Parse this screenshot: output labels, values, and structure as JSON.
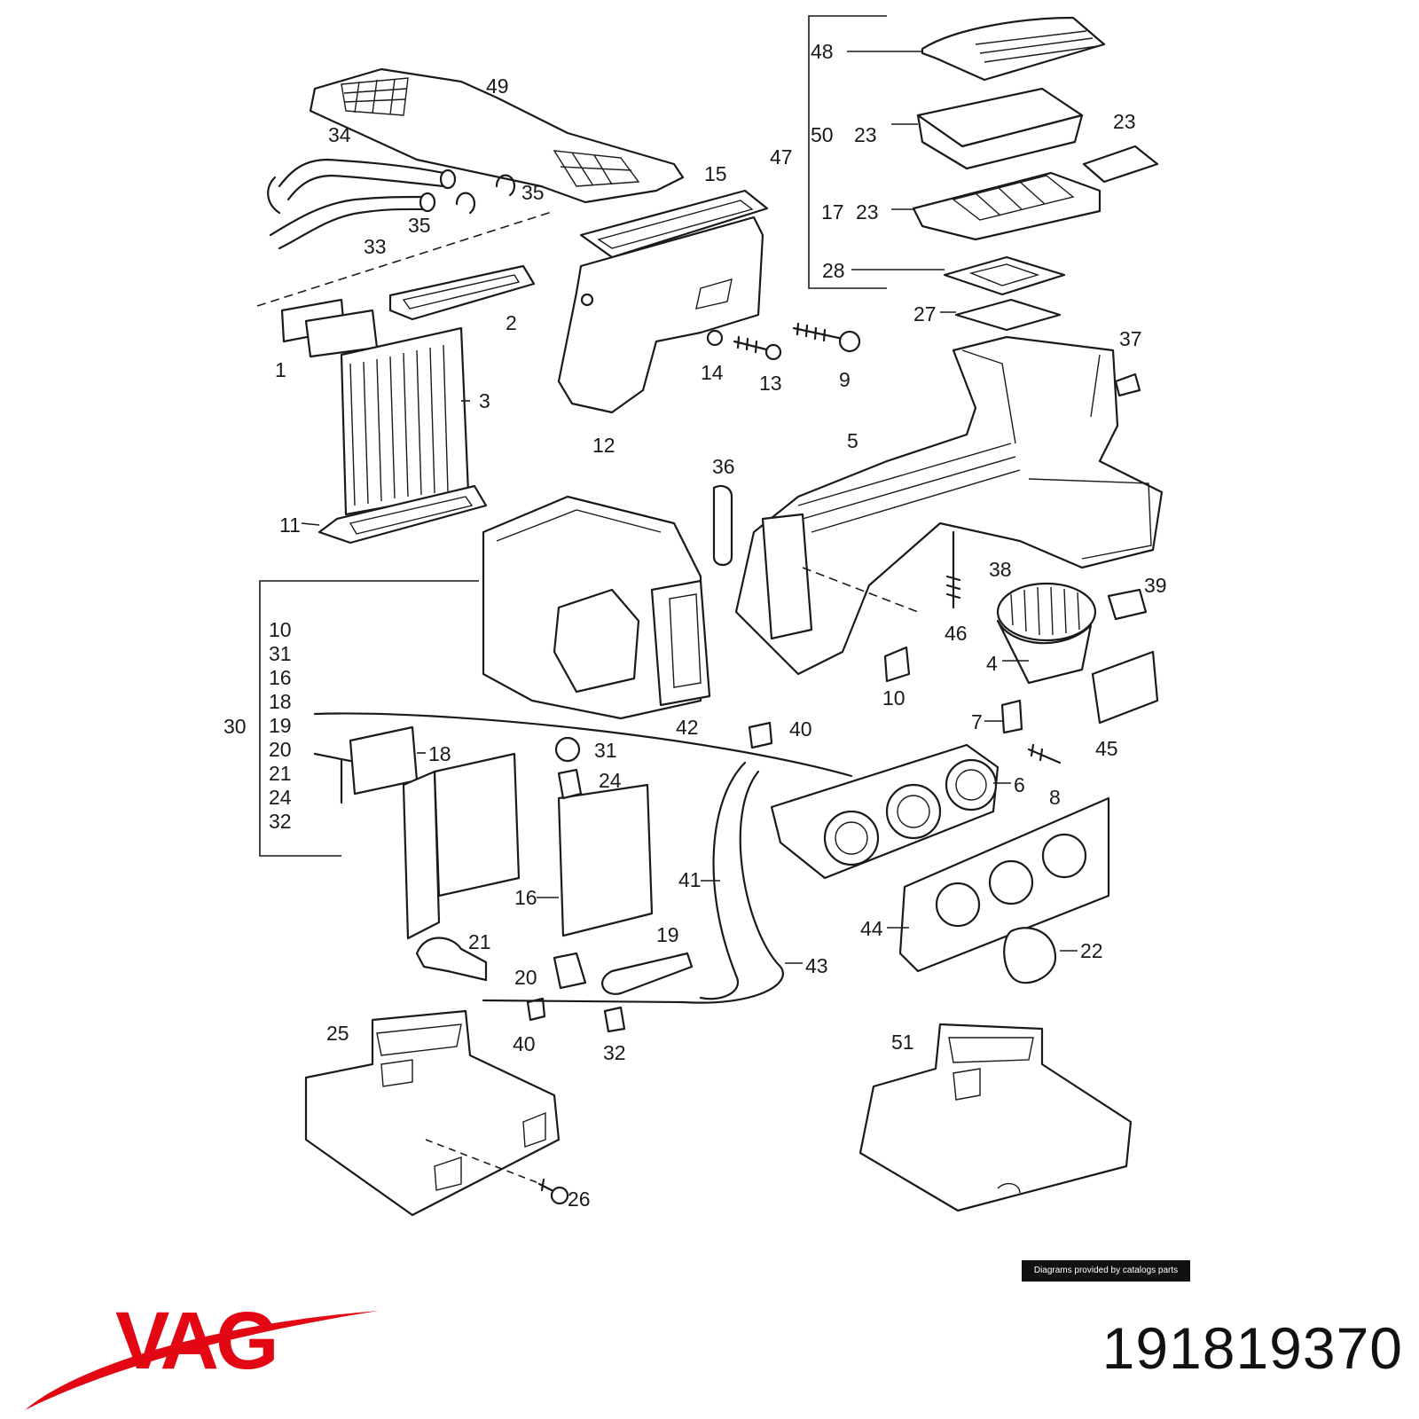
{
  "callouts": {
    "c1": "1",
    "c2": "2",
    "c3": "3",
    "c4": "4",
    "c5": "5",
    "c6": "6",
    "c7": "7",
    "c8": "8",
    "c9": "9",
    "c10": "10",
    "c11": "11",
    "c12": "12",
    "c13": "13",
    "c14": "14",
    "c15": "15",
    "c16": "16",
    "c17": "17",
    "c18": "18",
    "c19": "19",
    "c20": "20",
    "c21": "21",
    "c22": "22",
    "c23a": "23",
    "c23b": "23",
    "c23c": "23",
    "c24": "24",
    "c25": "25",
    "c26": "26",
    "c27": "27",
    "c28": "28",
    "c30": "30",
    "c31": "31",
    "c32": "32",
    "c33": "33",
    "c34": "34",
    "c35a": "35",
    "c35b": "35",
    "c36": "36",
    "c37": "37",
    "c38": "38",
    "c39": "39",
    "c40a": "40",
    "c40b": "40",
    "c41": "41",
    "c42": "42",
    "c43": "43",
    "c44": "44",
    "c45": "45",
    "c46": "46",
    "c47": "47",
    "c48": "48",
    "c49": "49",
    "c50": "50",
    "c51": "51"
  },
  "group30": [
    "10",
    "31",
    "16",
    "18",
    "19",
    "20",
    "21",
    "24",
    "32"
  ],
  "credit": "Diagrams provided by catalogs parts",
  "brand": {
    "logo_text": "VAG",
    "color": "#e30613"
  },
  "part_number": "191819370"
}
